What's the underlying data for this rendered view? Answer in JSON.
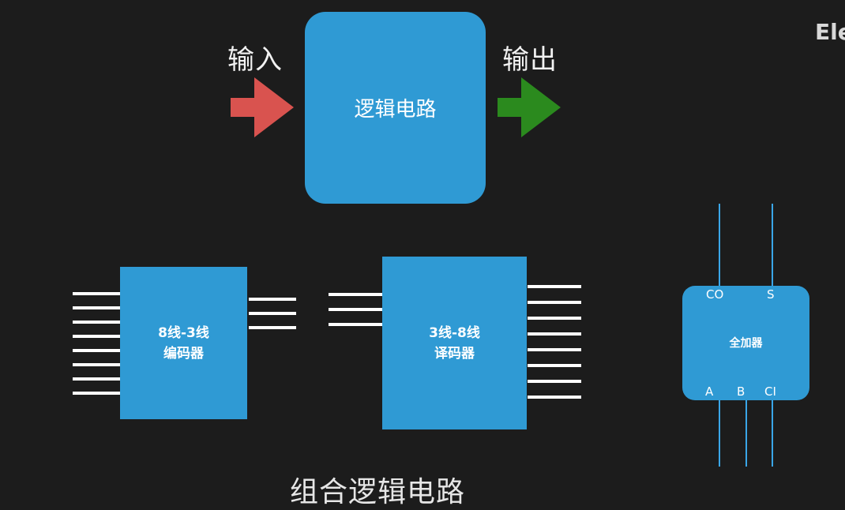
{
  "corner_text": "Ele",
  "top": {
    "input_label": "输入",
    "output_label": "输出",
    "box_label": "逻辑电路",
    "input_arrow_color": "#d9534f",
    "output_arrow_color": "#2b8a1e"
  },
  "encoder": {
    "line1": "8线-3线",
    "line2": "编码器"
  },
  "decoder": {
    "line1": "3线-8线",
    "line2": "译码器"
  },
  "adder": {
    "label": "全加器",
    "pins_top": [
      "CO",
      "S"
    ],
    "pins_bottom": [
      "A",
      "B",
      "CI"
    ]
  },
  "caption": "组合逻辑电路",
  "colors": {
    "background": "#1c1c1c",
    "block": "#2f9ad4"
  }
}
